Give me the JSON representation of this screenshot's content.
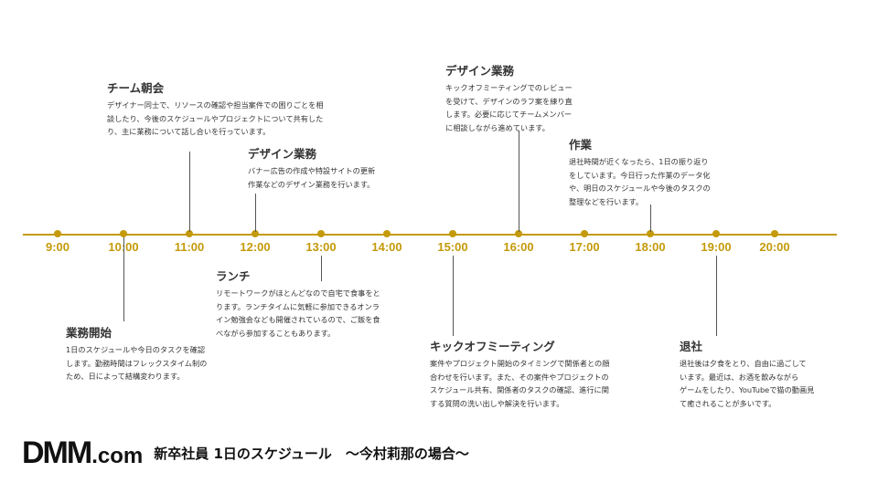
{
  "times": [
    "9:00",
    "10:00",
    "11:00",
    "12:00",
    "13:00",
    "14:00",
    "15:00",
    "16:00",
    "17:00",
    "18:00",
    "19:00",
    "20:00"
  ],
  "events": [
    {
      "id": "morning-meeting",
      "title": "チーム朝会",
      "lines": [
        "デザイナー同士で、リソースの確認や担当案件での困りごとを相",
        "談したり、今後のスケジュールやプロジェクトについて共有した",
        "り、主に業務について話し合いを行っています。"
      ]
    },
    {
      "id": "design-work-1",
      "title": "デザイン業務",
      "lines": [
        "バナー広告の作成や特設サイトの更新",
        "作業などのデザイン業務を行います。"
      ]
    },
    {
      "id": "design-work-2",
      "title": "デザイン業務",
      "lines": [
        "キックオフミーティングでのレビュー",
        "を受けて、デザインのラフ案を練り直",
        "します。必要に応じてチームメンバー",
        "に相談しながら進めています。"
      ]
    },
    {
      "id": "wrap-up-work",
      "title": "作業",
      "lines": [
        "退社時間が近くなったら、1日の振り返り",
        "をしています。今日行った作業のデータ化",
        "や、明日のスケジュールや今後のタスクの",
        "整理などを行います。"
      ]
    },
    {
      "id": "work-start",
      "title": "業務開始",
      "lines": [
        "1日のスケジュールや今日のタスクを確認",
        "します。勤務時間はフレックスタイム制の",
        "ため、日によって結構変わります。"
      ]
    },
    {
      "id": "lunch",
      "title": "ランチ",
      "lines": [
        "リモートワークがほとんどなので自宅で食事をと",
        "ります。ランチタイムに気軽に参加できるオンラ",
        "イン勉強会なども開催されているので、ご飯を食",
        "べながら参加することもあります。"
      ]
    },
    {
      "id": "kickoff-meeting",
      "title": "キックオフミーティング",
      "lines": [
        "案件やプロジェクト開始のタイミングで関係者との顔",
        "合わせを行います。また、その案件やプロジェクトの",
        "スケジュール共有、関係者のタスクの確認、進行に関",
        "する質問の洗い出しや解決を行います。"
      ]
    },
    {
      "id": "leave-office",
      "title": "退社",
      "lines": [
        "退社後は夕食をとり、自由に過ごして",
        "います。最近は、お酒を飲みながら",
        "ゲームをしたり、YouTubeで猫の動画見",
        "て癒されることが多いです。"
      ]
    }
  ],
  "footer": {
    "logo_main": "DMM",
    "logo_suffix": ".com",
    "title": "新卒社員 1日のスケジュール　〜今村莉那の場合〜"
  },
  "colors": {
    "accent": "#c49a0a",
    "text": "#333333",
    "connector": "#555555"
  }
}
